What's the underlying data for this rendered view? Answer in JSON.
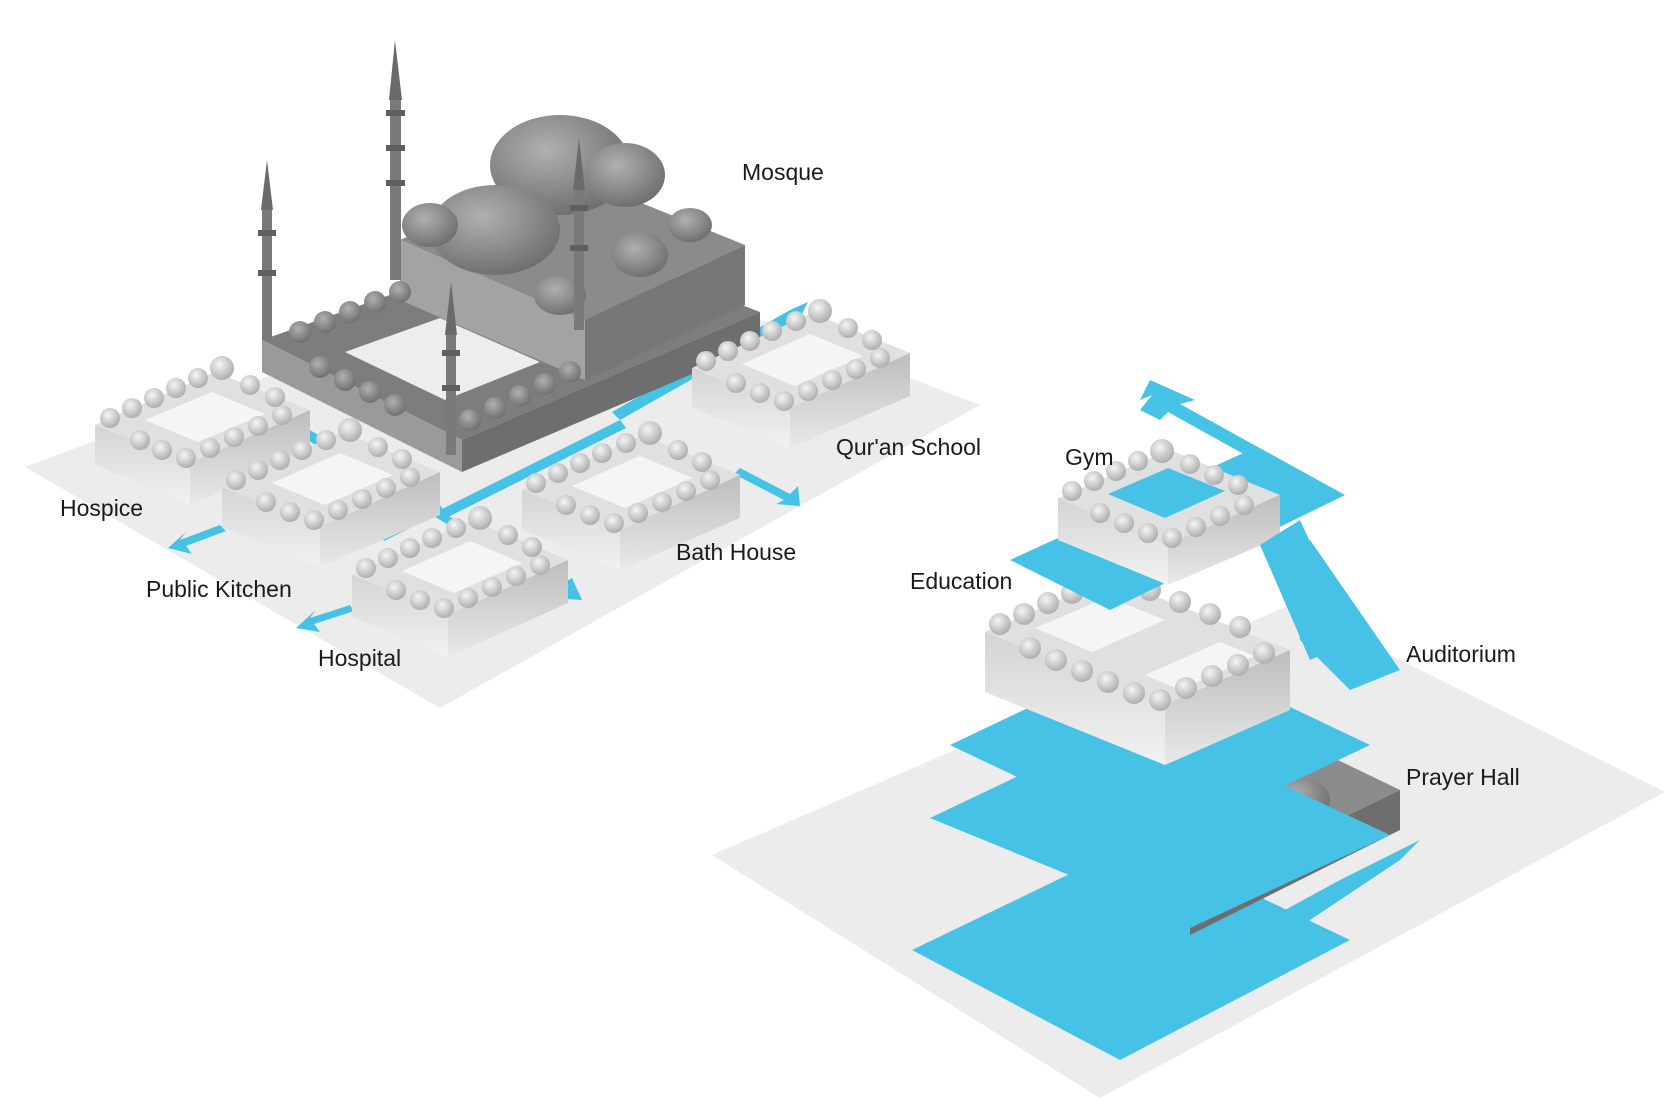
{
  "labels": {
    "left_complex": {
      "mosque": "Mosque",
      "quran_school": "Qur'an School",
      "hospice": "Hospice",
      "bath_house": "Bath House",
      "public_kitchen": "Public Kitchen",
      "hospital": "Hospital"
    },
    "right_stack": {
      "gym": "Gym",
      "education": "Education",
      "auditorium": "Auditorium",
      "prayer_hall": "Prayer Hall"
    }
  },
  "colors": {
    "background": "#ffffff",
    "ground": "#ececec",
    "circulation_blue": "#45c2e6",
    "mosque_grey": "#8e8e8e",
    "building_light": "#e6e6e6",
    "label_text": "#1a1a1a"
  },
  "icons": [
    "circulation-arrow-icon"
  ]
}
